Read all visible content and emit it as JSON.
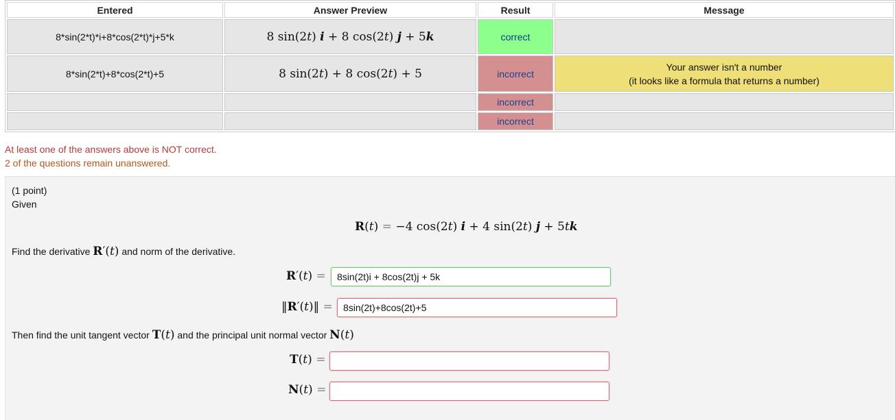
{
  "results_table": {
    "headers": [
      "Entered",
      "Answer Preview",
      "Result",
      "Message"
    ],
    "rows": [
      {
        "entered": "8*sin(2*t)*i+8*cos(2*t)*j+5*k",
        "preview": "8 sin(2t) i + 8 cos(2t) j + 5k",
        "result": "correct",
        "message_line1": "",
        "message_line2": ""
      },
      {
        "entered": "8*sin(2*t)+8*cos(2*t)+5",
        "preview": "8 sin(2t) + 8 cos(2t) + 5",
        "result": "incorrect",
        "message_line1": "Your answer isn't a number",
        "message_line2": "(it looks like a formula that returns a number)"
      },
      {
        "entered": "",
        "preview": "",
        "result": "incorrect",
        "message_line1": "",
        "message_line2": ""
      },
      {
        "entered": "",
        "preview": "",
        "result": "incorrect",
        "message_line1": "",
        "message_line2": ""
      }
    ]
  },
  "status": {
    "line1": "At least one of the answers above is NOT correct.",
    "line2": "2 of the questions remain unanswered."
  },
  "problem": {
    "points": "(1 point)",
    "given": "Given",
    "equation": "R(t) = −4 cos(2t) i + 4 sin(2t) j + 5tk",
    "find_derivative_text": "Find the derivative",
    "find_derivative_tail": "and norm of the derivative.",
    "then_text": "Then find the unit tangent vector",
    "then_mid": "and the principal unit normal vector",
    "answers": {
      "r_prime_value": "8sin(2t)i + 8cos(2t)j + 5k",
      "norm_value": "8sin(2t)+8cos(2t)+5",
      "t_value": "",
      "n_value": ""
    }
  },
  "colors": {
    "correct_bg": "#8cff8c",
    "incorrect_bg": "#d49090",
    "message_bg": "#eedf78",
    "status_red": "#b5393a"
  }
}
